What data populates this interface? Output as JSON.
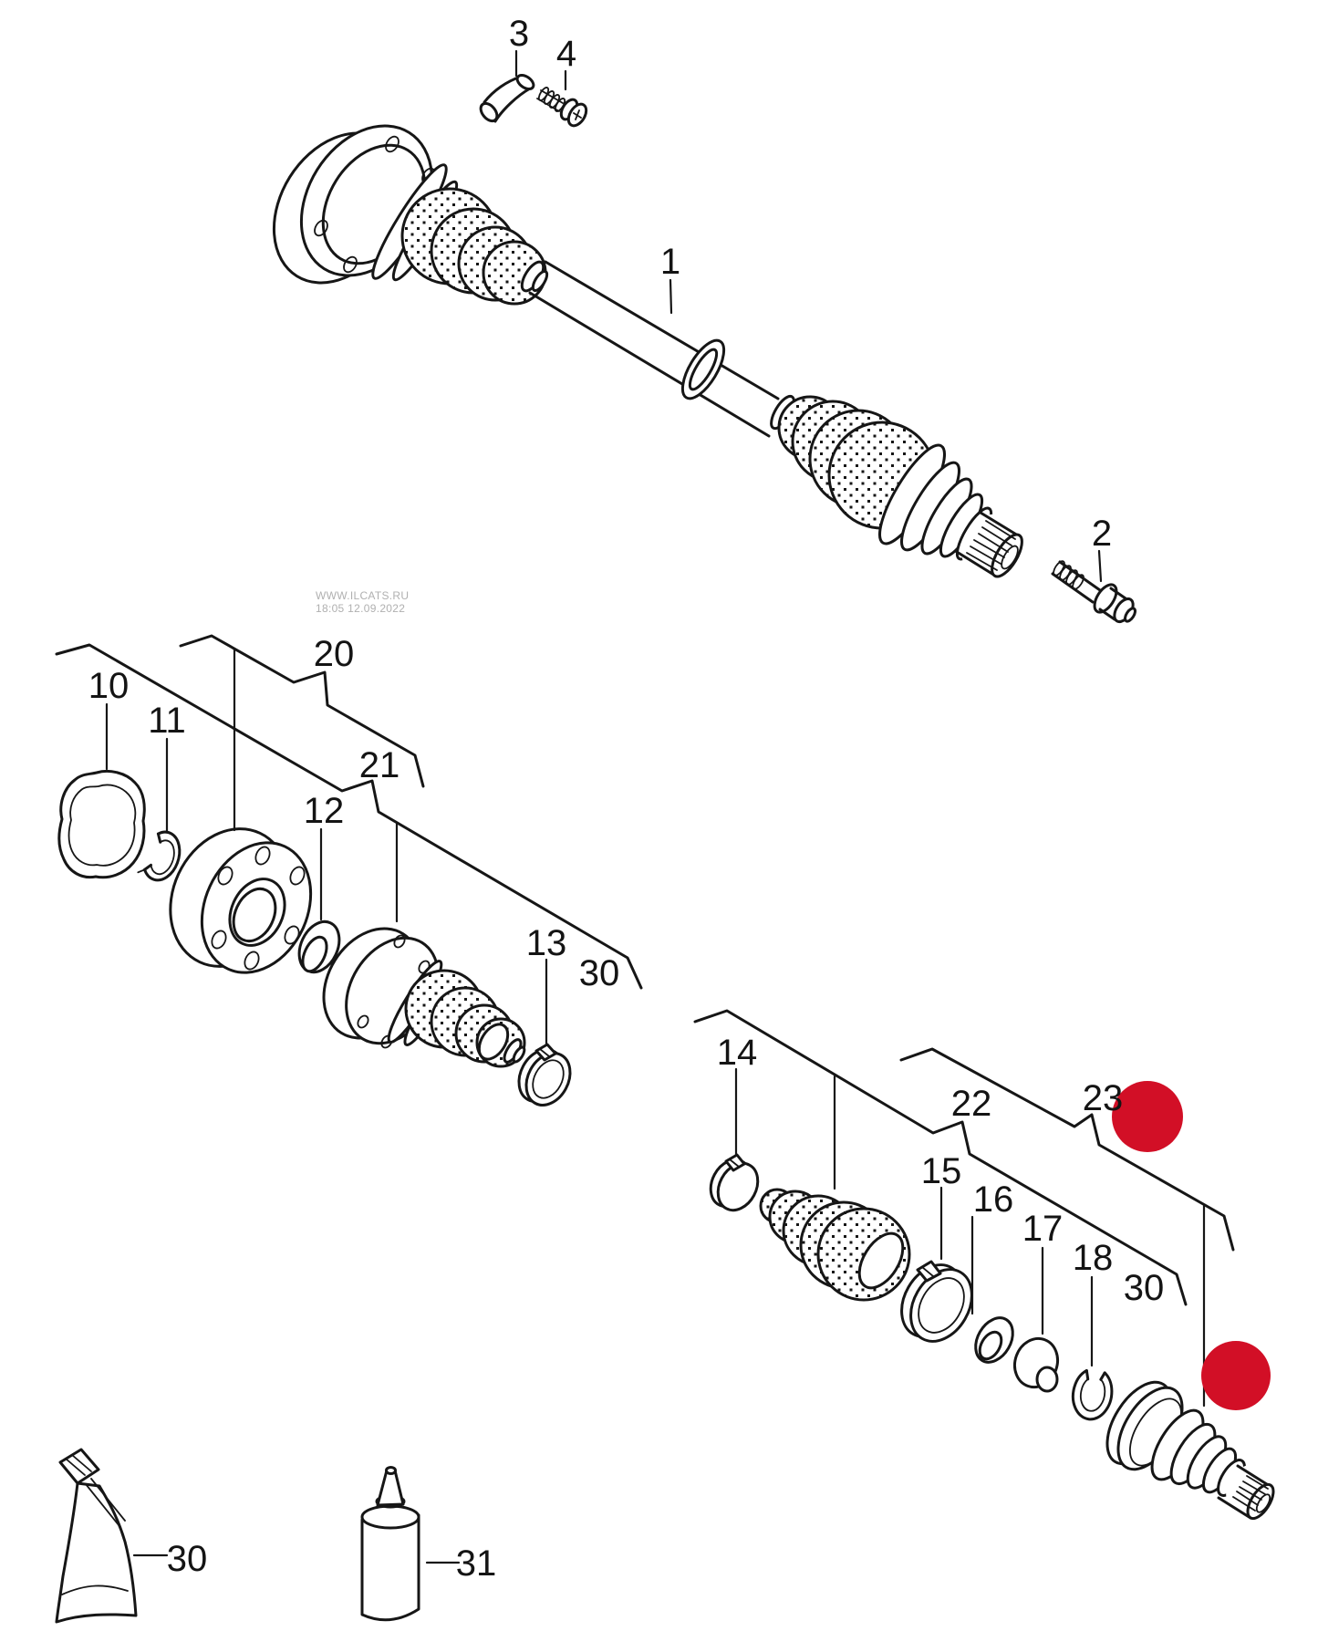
{
  "diagram": {
    "watermark": {
      "line1": "WWW.ILCATS.RU",
      "line2": "18:05 12.09.2022"
    },
    "colors": {
      "line": "#161616",
      "label": "#141414",
      "highlight": "#d20f26",
      "watermark": "#b0b0b0",
      "background": "#ffffff"
    },
    "callouts": {
      "c1": "1",
      "c2": "2",
      "c3": "3",
      "c4": "4",
      "c10": "10",
      "c11": "11",
      "c12": "12",
      "c13": "13",
      "c14": "14",
      "c15": "15",
      "c16": "16",
      "c17": "17",
      "c18": "18",
      "c20": "20",
      "c21": "21",
      "c22": "22",
      "c23": "23",
      "c30a": "30",
      "c30b": "30",
      "c30c": "30",
      "c31": "31"
    }
  }
}
